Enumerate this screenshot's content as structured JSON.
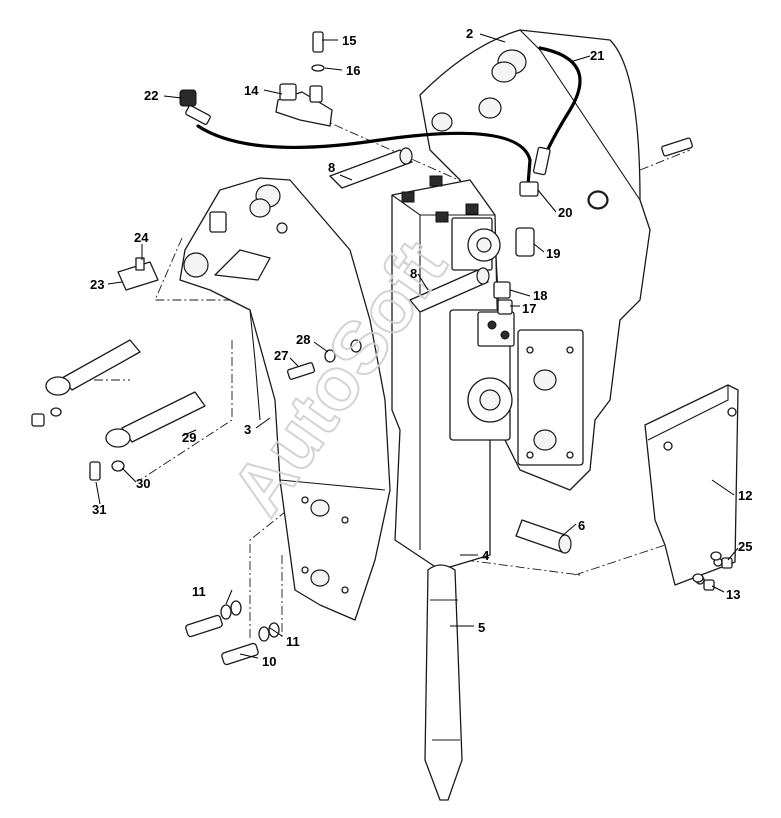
{
  "watermark": {
    "text": "AutoSoft"
  },
  "callouts": {
    "c2": "2",
    "c3": "3",
    "c4": "4",
    "c5": "5",
    "c6": "6",
    "c8a": "8",
    "c8b": "8",
    "c10": "10",
    "c11a": "11",
    "c11b": "11",
    "c12": "12",
    "c13": "13",
    "c14": "14",
    "c15": "15",
    "c16": "16",
    "c17": "17",
    "c18": "18",
    "c19": "19",
    "c20": "20",
    "c21": "21",
    "c22": "22",
    "c23": "23",
    "c24": "24",
    "c25": "25",
    "c27": "27",
    "c28": "28",
    "c29": "29",
    "c30": "30",
    "c31": "31"
  }
}
